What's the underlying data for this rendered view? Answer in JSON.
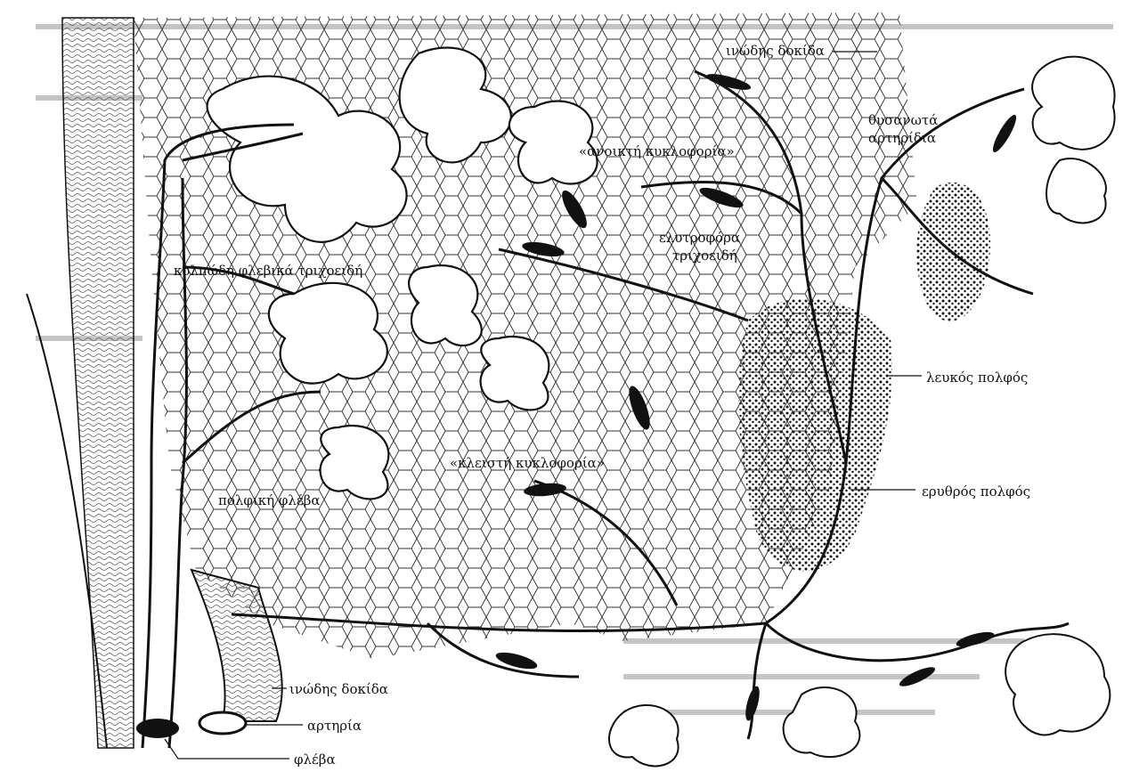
{
  "figure": {
    "labels": {
      "fibrous_trabecula_top": "ινώδης δοκίδα",
      "penicillar_arterioles_line1": "θυσανωτά",
      "penicillar_arterioles_line2": "αρτηρίδια",
      "open_circulation": "«ανοικτή κυκλοφορία»",
      "sheathed_capillaries_line1": "ελυτροφόρα",
      "sheathed_capillaries_line2": "τριχοειδή",
      "sinusoidal_venous_capillaries": "κολπώδη φλεβικά τριχοειδή",
      "white_pulp": "λευκός πολφός",
      "closed_circulation": "«κλειστή κυκλοφορία»",
      "red_pulp": "ερυθρός πολφός",
      "pulp_vein": "πολφική φλέβα",
      "fibrous_trabecula_bottom": "ινώδης δοκίδα",
      "artery": "αρτηρία",
      "vein": "φλέβα"
    },
    "colors": {
      "ink": "#111111",
      "paper": "#ffffff",
      "background_text": "#b5b5b5"
    }
  }
}
